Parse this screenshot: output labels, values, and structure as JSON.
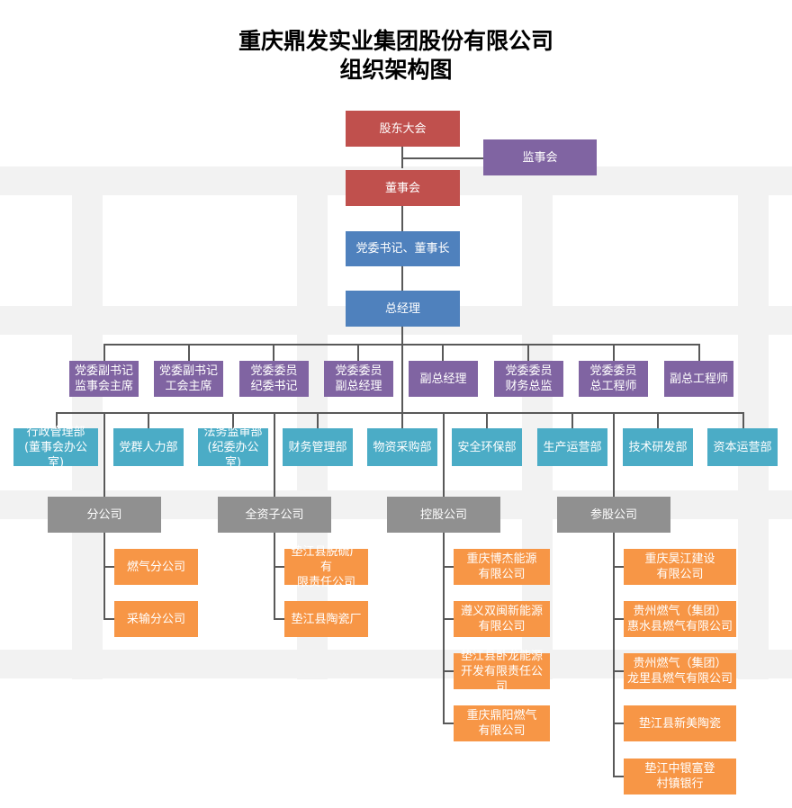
{
  "title_line1": "重庆鼎发实业集团股份有限公司",
  "title_line2": "组织架构图",
  "top": {
    "shareholders": "股东大会",
    "supervisors": "监事会",
    "board": "董事会",
    "secretary_chairman": "党委书记、董事长",
    "gm": "总经理"
  },
  "executives": [
    "党委副书记\n监事会主席",
    "党委副书记\n工会主席",
    "党委委员\n纪委书记",
    "党委委员\n副总经理",
    "副总经理",
    "党委委员\n财务总监",
    "党委委员\n总工程师",
    "副总工程师"
  ],
  "departments": [
    "行政管理部\n(董事会办公室)",
    "党群人力部",
    "法务监审部\n(纪委办公室)",
    "财务管理部",
    "物资采购部",
    "安全环保部",
    "生产运营部",
    "技术研发部",
    "资本运营部"
  ],
  "groups": {
    "branch": {
      "label": "分公司",
      "items": [
        "燃气分公司",
        "采输分公司"
      ]
    },
    "wholly_owned": {
      "label": "全资子公司",
      "items": [
        "垫江县脱硫厂有\n限责任公司",
        "垫江县陶瓷厂"
      ]
    },
    "holding": {
      "label": "控股公司",
      "items": [
        "重庆博杰能源\n有限公司",
        "遵义双闽新能源\n有限公司",
        "垫江县卧龙能源\n开发有限责任公司",
        "重庆鼎阳燃气\n有限公司"
      ]
    },
    "equity": {
      "label": "参股公司",
      "items": [
        "重庆昊江建设\n有限公司",
        "贵州燃气（集团）\n惠水县燃气有限公司",
        "贵州燃气（集团）\n龙里县燃气有限公司",
        "垫江县新美陶瓷",
        "垫江中银富登\n村镇银行"
      ]
    }
  }
}
